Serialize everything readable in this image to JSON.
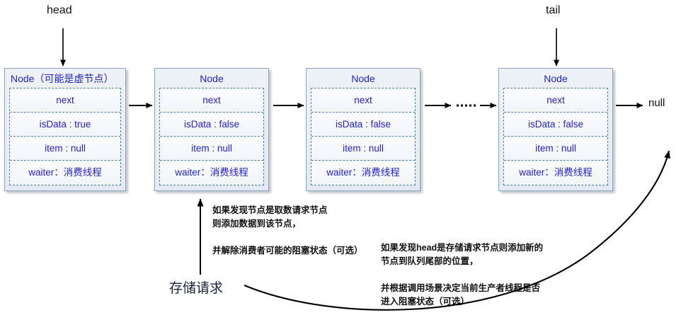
{
  "diagram": {
    "title_labels": {
      "head": "head",
      "tail": "tail",
      "null": "null"
    },
    "nodes": [
      {
        "title": "Node（可能是虚节点）",
        "title_align": "left",
        "fields": [
          {
            "label": "next"
          },
          {
            "label": "isData : true"
          },
          {
            "label": "item : null"
          },
          {
            "label": "waiter：消费线程"
          }
        ]
      },
      {
        "title": "Node",
        "title_align": "center",
        "fields": [
          {
            "label": "next"
          },
          {
            "label": "isData : false"
          },
          {
            "label": "item : null"
          },
          {
            "label": "waiter：消费线程"
          }
        ]
      },
      {
        "title": "Node",
        "title_align": "center",
        "fields": [
          {
            "label": "next"
          },
          {
            "label": "isData : false"
          },
          {
            "label": "item : null"
          },
          {
            "label": "waiter：消费线程"
          }
        ]
      },
      {
        "title": "Node",
        "title_align": "center",
        "fields": [
          {
            "label": "next"
          },
          {
            "label": "isData : false"
          },
          {
            "label": "item : null"
          },
          {
            "label": "waiter：消费线程"
          }
        ]
      }
    ],
    "annotations": {
      "left_note": "如果发现节点是取数请求节点\n则添加数据到该节点，\n\n并解除消费者可能的阻塞状态（可选）",
      "right_note": "如果发现head是存储请求节点则添加新的\n节点到队列尾部的位置，\n\n并根据调用场景决定当前生产者线程是否\n进入阻塞状态（可选）",
      "store_request": "存储请求"
    },
    "colors": {
      "node_text": "#2222cc",
      "node_border": "#8ba3bf",
      "field_border": "#4f7fb5",
      "node_fill": "#e8eef5",
      "arrow": "#000000",
      "store_request_text": "#1a2340"
    }
  }
}
